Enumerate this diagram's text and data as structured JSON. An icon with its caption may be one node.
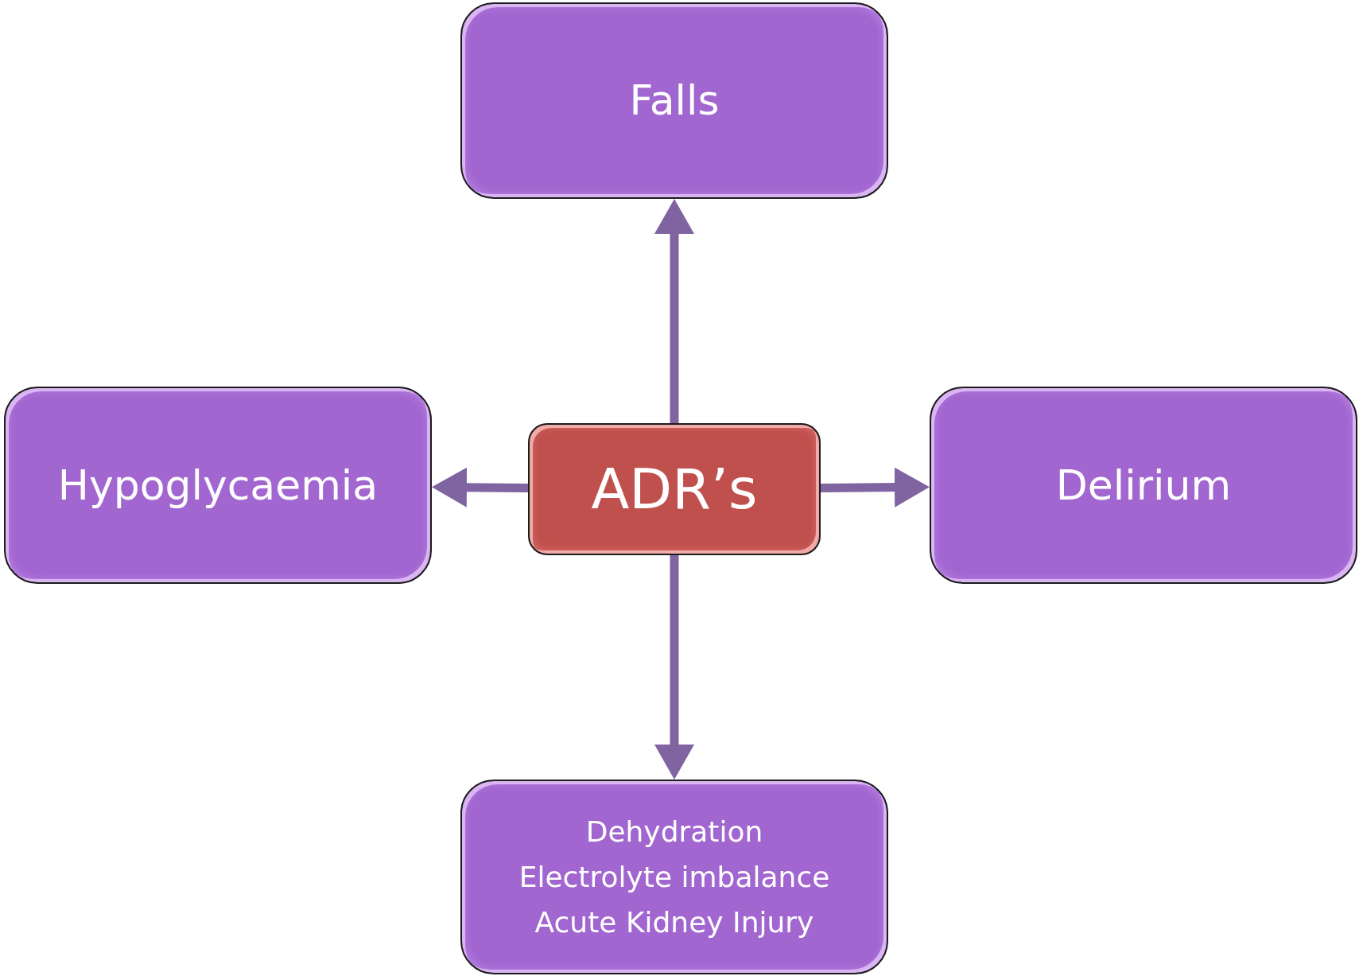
{
  "diagram": {
    "nodes": [
      {
        "text": [
          "Falls"
        ]
      },
      {
        "text": [
          "Hypoglycaemia"
        ]
      },
      {
        "text": [
          "ADR’s"
        ]
      },
      {
        "text": [
          "Delirium"
        ]
      },
      {
        "text": [
          "Dehydration",
          "Electrolyte imbalance",
          "Acute Kidney Injury"
        ]
      }
    ],
    "edges": [
      {
        "from": 2,
        "to": 0,
        "arrow": "to"
      },
      {
        "from": 2,
        "to": 1,
        "arrow": "to"
      },
      {
        "from": 2,
        "to": 3,
        "arrow": "to"
      },
      {
        "from": 2,
        "to": 4,
        "arrow": "to"
      }
    ]
  }
}
